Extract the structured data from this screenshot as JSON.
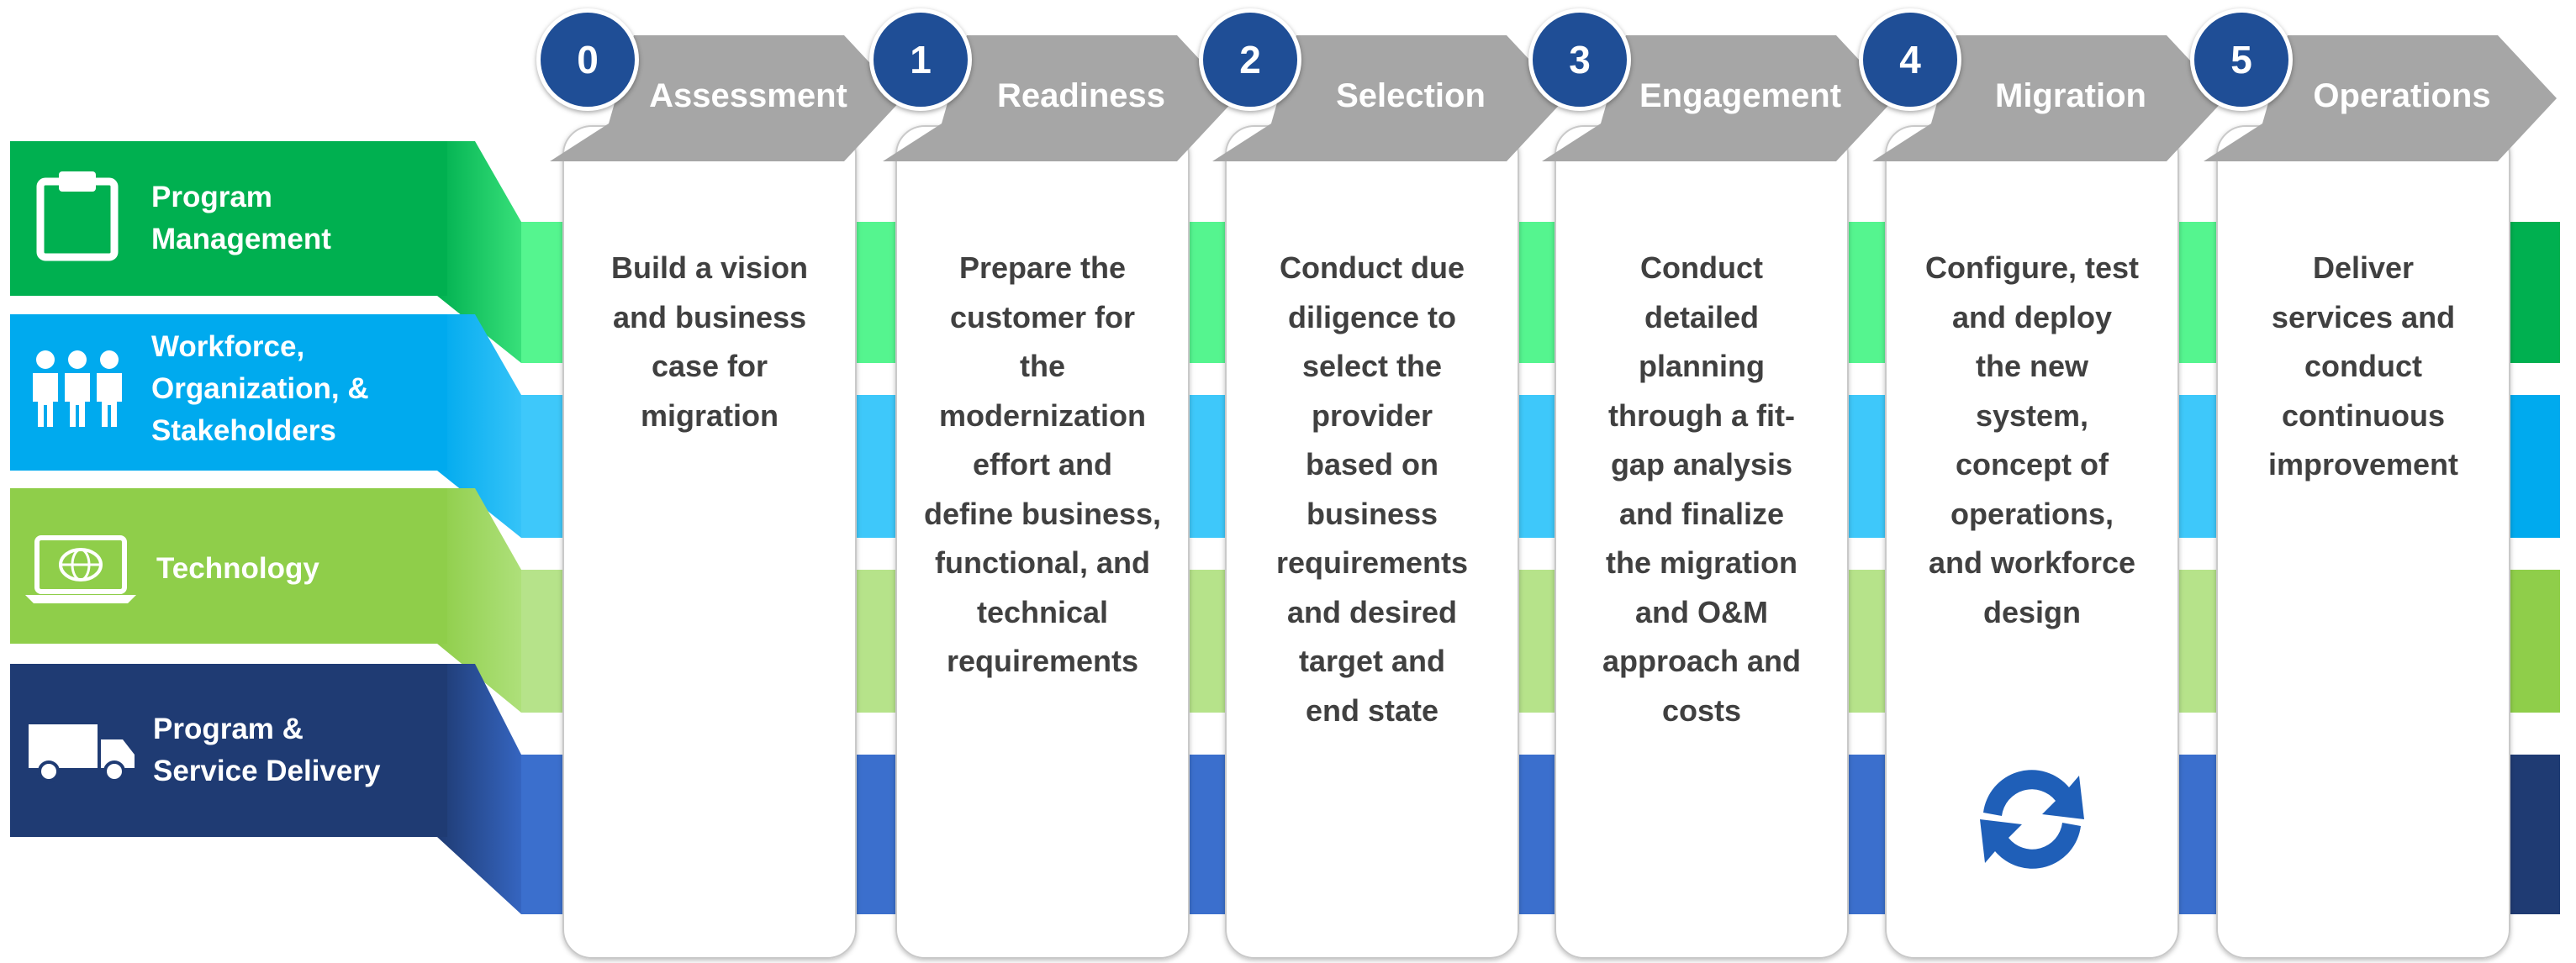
{
  "lanes": [
    {
      "name": "program-management",
      "label": "Program\nManagement",
      "icon": "clipboard-icon",
      "color": "#00b050",
      "band": "#55f58f"
    },
    {
      "name": "workforce",
      "label": "Workforce,\nOrganization, &\nStakeholders",
      "icon": "people-icon",
      "color": "#00aaee",
      "band": "#3ec8fa"
    },
    {
      "name": "technology",
      "label": "Technology",
      "icon": "laptop-globe-icon",
      "color": "#8fce4a",
      "band": "#b6e38a"
    },
    {
      "name": "service-delivery",
      "label": "Program &\nService Delivery",
      "icon": "truck-icon",
      "color": "#1f3b73",
      "band": "#3b6fcd"
    }
  ],
  "phases": [
    {
      "number": "0",
      "title": "Assessment",
      "description": "Build a vision\nand business\ncase for\nmigration"
    },
    {
      "number": "1",
      "title": "Readiness",
      "description": "Prepare the\ncustomer for\nthe\nmodernization\neffort and\ndefine business,\nfunctional, and\ntechnical\nrequirements"
    },
    {
      "number": "2",
      "title": "Selection",
      "description": "Conduct due\ndiligence to\nselect the\nprovider\nbased on\nbusiness\nrequirements\nand desired\ntarget and\nend state"
    },
    {
      "number": "3",
      "title": "Engagement",
      "description": "Conduct\ndetailed\nplanning\nthrough a fit-\ngap analysis\nand finalize\nthe migration\nand O&M\napproach and\ncosts"
    },
    {
      "number": "4",
      "title": "Migration",
      "description": "Configure, test\nand deploy\nthe new\nsystem,\nconcept of\noperations,\nand workforce\ndesign",
      "icon": "refresh-cycle-icon"
    },
    {
      "number": "5",
      "title": "Operations",
      "description": "Deliver\nservices and\nconduct\ncontinuous\nimprovement"
    }
  ],
  "colors": {
    "chevron": "#a6a6a6",
    "number_badge": "#1f4e96",
    "text": "#404040",
    "card": "#ffffff"
  }
}
